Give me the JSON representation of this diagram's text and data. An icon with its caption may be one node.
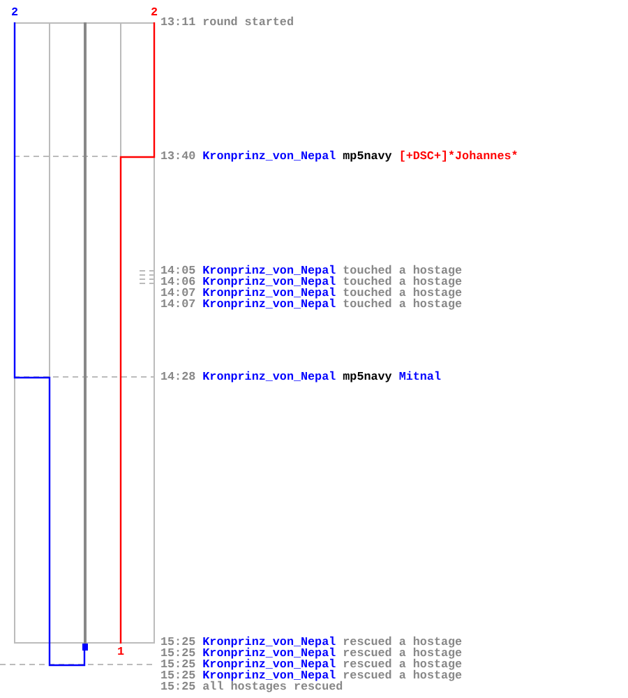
{
  "diagram": {
    "labels": [
      "2",
      "2",
      "13:11",
      "round started",
      "13:40",
      "Kronprinz_von_Nepal",
      "mp5navy",
      "[+DSC+]*Johannes*",
      "14:05",
      "Kronprinz_von_Nepal",
      "touched a hostage",
      "14:06",
      "Kronprinz_von_Nepal",
      "touched a hostage",
      "14:07",
      "Kronprinz_von_Nepal",
      "touched a hostage",
      "14:07",
      "Kronprinz_von_Nepal",
      "touched a hostage",
      "14:28",
      "Kronprinz_von_Nepal",
      "mp5navy",
      "Mitnal",
      "1",
      "15:25",
      "Kronprinz_von_Nepal",
      "rescued a hostage",
      "15:25",
      "Kronprinz_von_Nepal",
      "rescued a hostage",
      "15:25",
      "Kronprinz_von_Nepal",
      "rescued a hostage",
      "15:25",
      "Kronprinz_von_Nepal",
      "rescued a hostage",
      "15:25",
      "all hostages rescued"
    ]
  }
}
